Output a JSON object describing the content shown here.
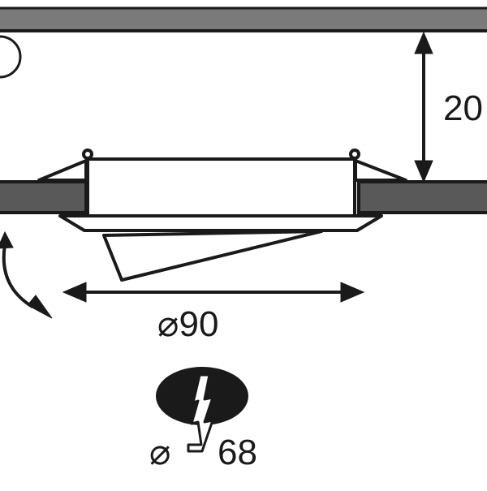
{
  "labels": {
    "height_dimension": "20",
    "diameter_outer": "⌀90",
    "cutout_symbol": "⌀",
    "cutout_value": "68"
  },
  "colors": {
    "stroke": "#1a1a1a",
    "panel_fill": "#595959",
    "ceiling_fill": "#ffffff",
    "background": "#ffffff"
  },
  "icons": [
    "tilt-arrow-icon",
    "hole-saw-cutout-icon",
    "lightning-bolt-icon"
  ]
}
